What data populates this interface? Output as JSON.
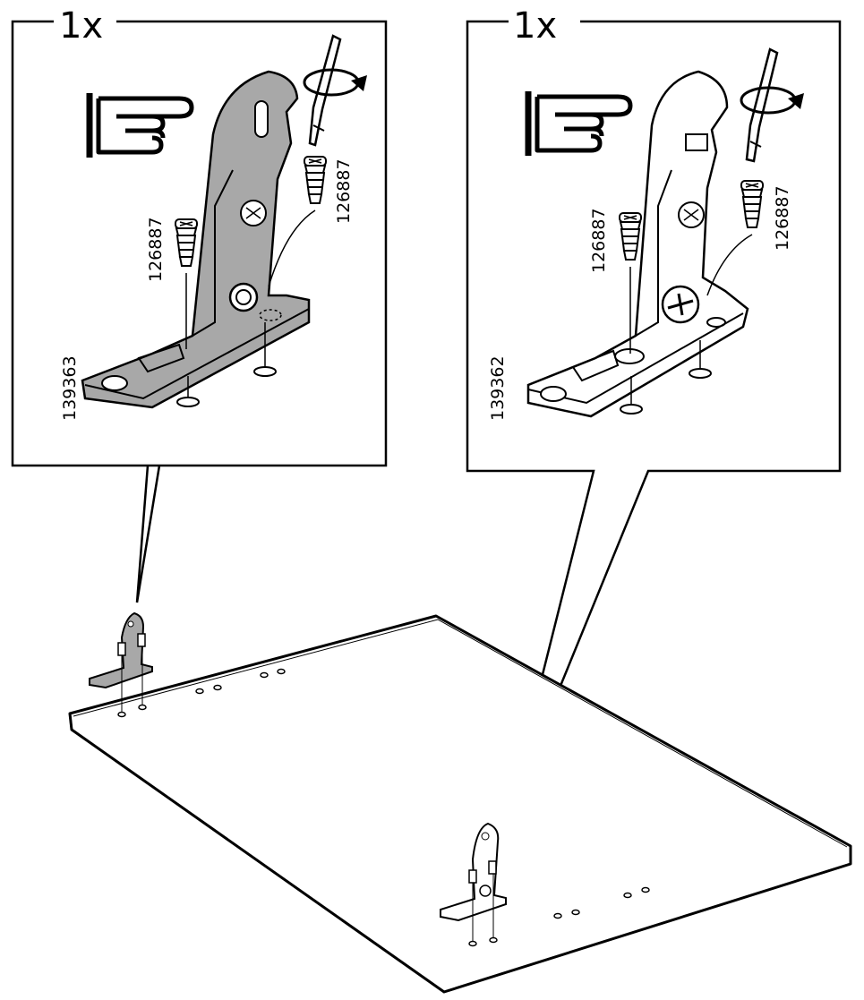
{
  "panels": [
    {
      "quantity": "1x",
      "fitting_part_number": "139363",
      "screw_part_number_1": "126887",
      "screw_part_number_2": "126887",
      "fitting_shade": "#a8a8a8"
    },
    {
      "quantity": "1x",
      "fitting_part_number": "139362",
      "screw_part_number_1": "126887",
      "screw_part_number_2": "126887",
      "fitting_shade": "#ffffff"
    }
  ],
  "icons": {
    "hand": "pointing-hand-icon",
    "rotation": "clockwise-rotation-icon",
    "screwdriver": "screwdriver-icon"
  }
}
